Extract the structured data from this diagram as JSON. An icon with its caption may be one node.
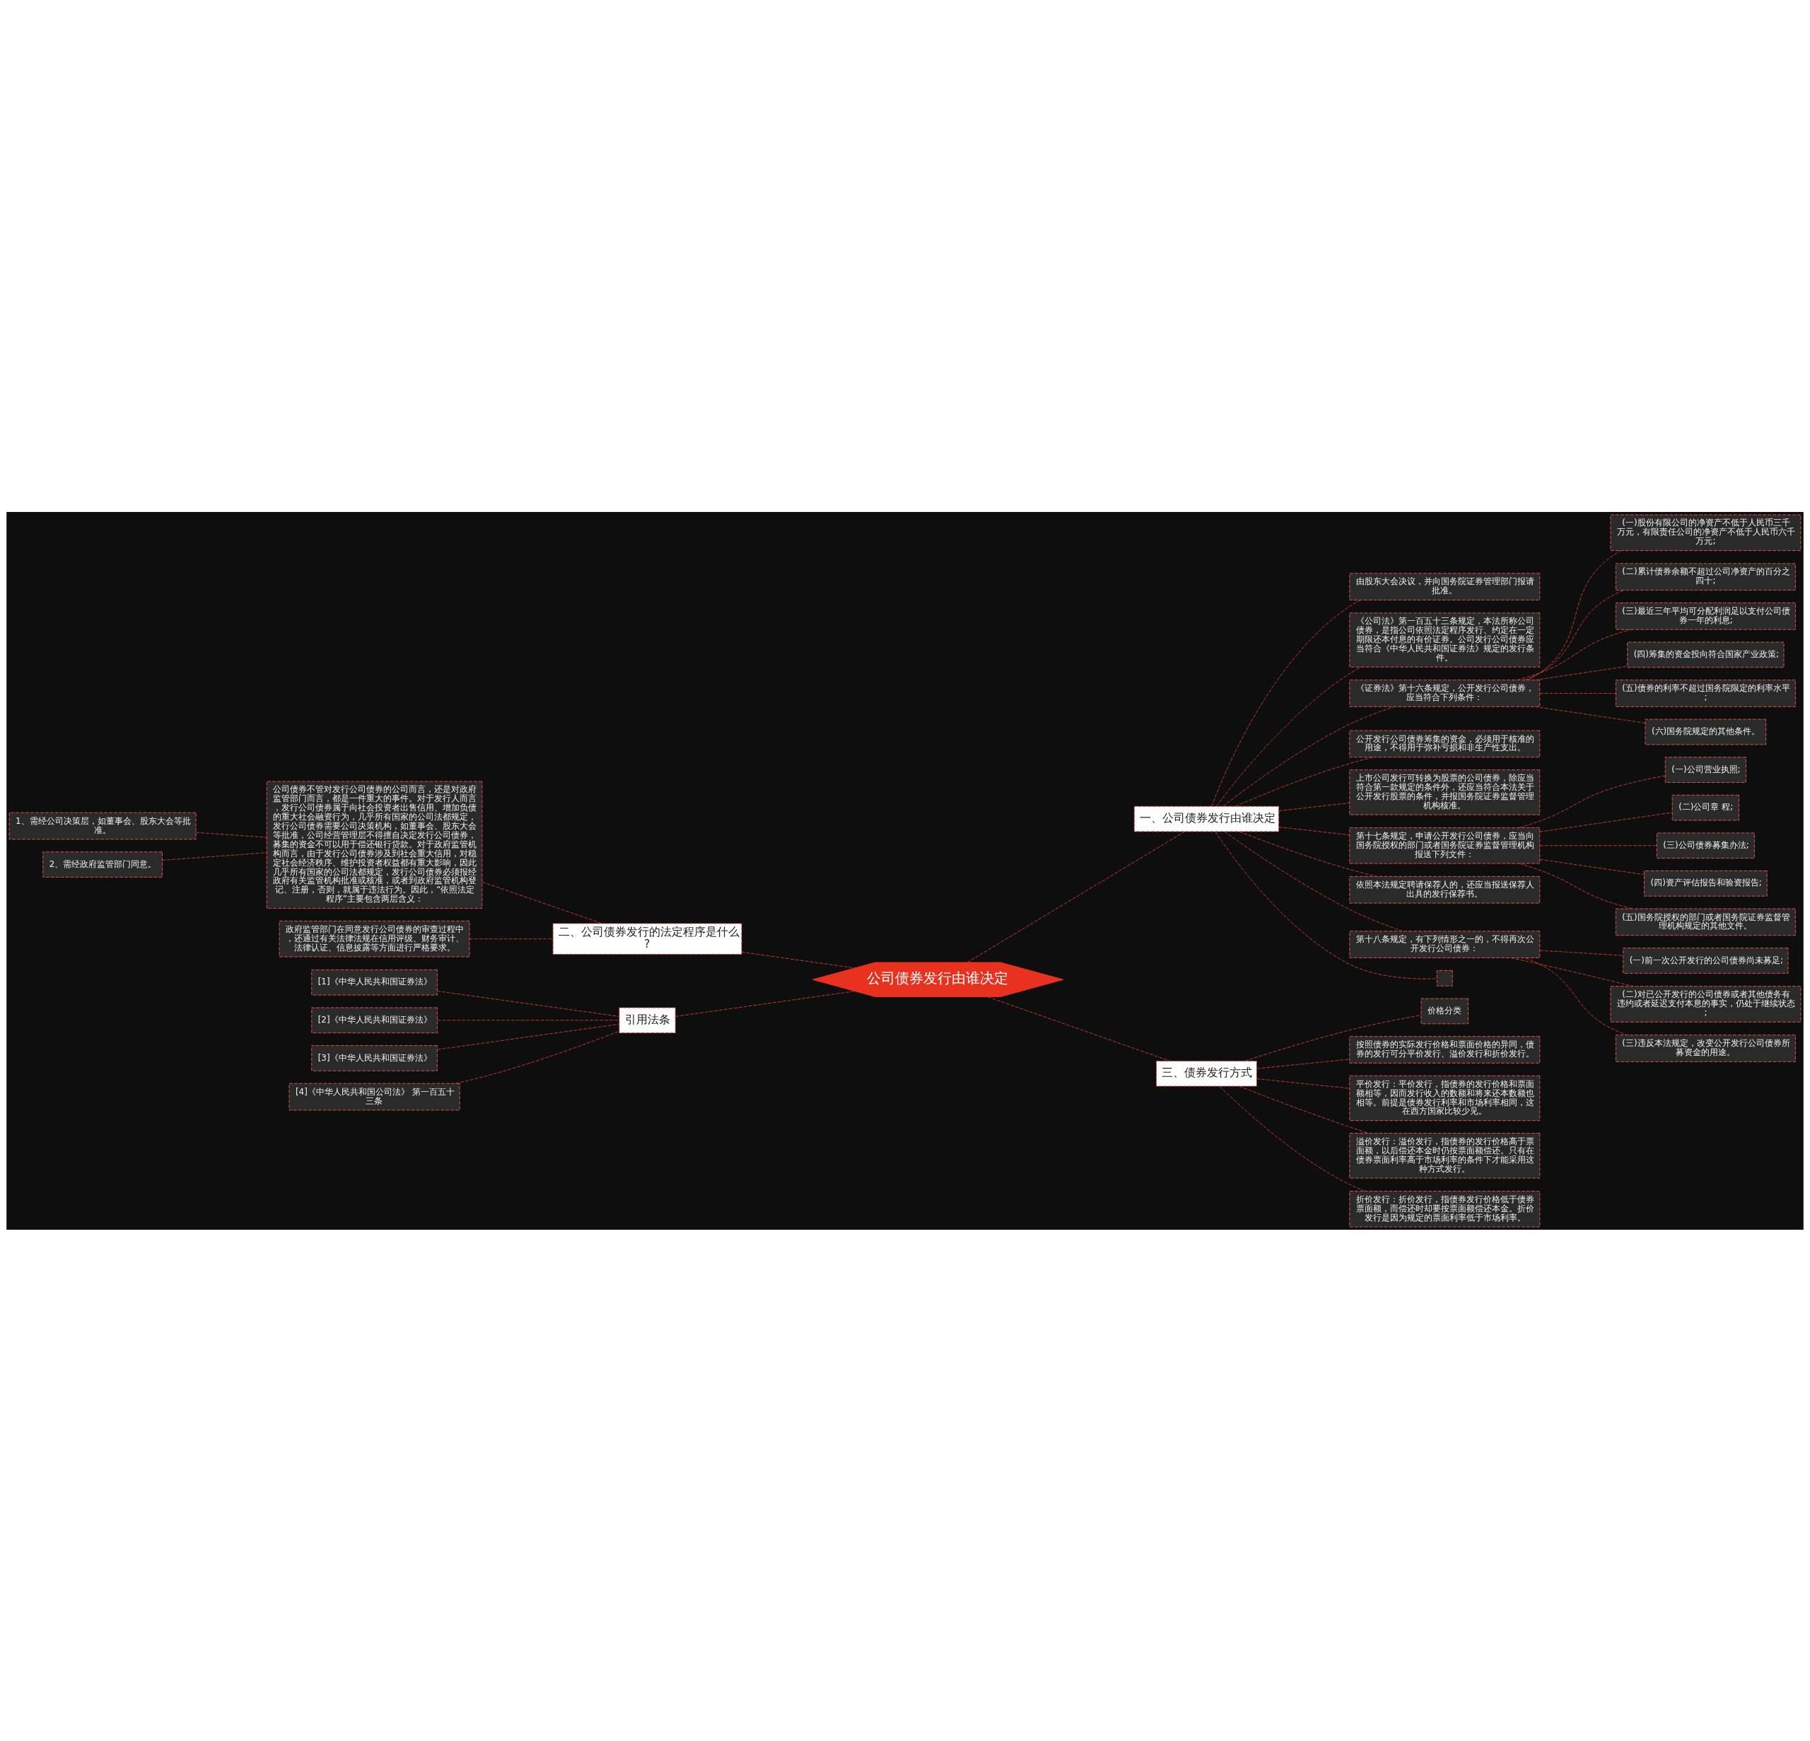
{
  "diagram": {
    "nodes": [
      {
        "text": [
          "公司债券发行由谁决定"
        ]
      },
      {
        "text": [
          "一、公司债券发行由谁决定"
        ]
      },
      {
        "text": [
          "由股东大会决议，并向国务院证券管理部门报请批准。"
        ]
      },
      {
        "text": [
          "《公司法》第一百五十三条规定，本法所称公司债券，是指公司依照法定程序发行、约定在一定期限还本付息的有价证券。公司发行公司债券应当符合《中华人民共和国证券法》规定的发行条件。"
        ]
      },
      {
        "text": [
          "《证券法》第十六条规定，公开发行公司债券，应当符合下列条件："
        ]
      },
      {
        "text": [
          "(一)股份有限公司的净资产不低于人民币三千万元，有限责任公司的净资产不低于人民币六千万元;"
        ]
      },
      {
        "text": [
          "(二)累计债券余额不超过公司净资产的百分之四十;"
        ]
      },
      {
        "text": [
          "(三)最近三年平均可分配利润足以支付公司债券一年的利息;"
        ]
      },
      {
        "text": [
          "(四)筹集的资金投向符合国家产业政策;"
        ]
      },
      {
        "text": [
          "(五)债券的利率不超过国务院限定的利率水平;"
        ]
      },
      {
        "text": [
          "(六)国务院规定的其他条件。"
        ]
      },
      {
        "text": [
          "公开发行公司债券筹集的资金，必须用于核准的用途，不得用于弥补亏损和非生产性支出。"
        ]
      },
      {
        "text": [
          "上市公司发行可转换为股票的公司债券，除应当符合第一款规定的条件外，还应当符合本法关于公开发行股票的条件，并报国务院证券监督管理机构核准。"
        ]
      },
      {
        "text": [
          "第十七条规定，申请公开发行公司债券，应当向国务院授权的部门或者国务院证券监督管理机构报送下列文件："
        ]
      },
      {
        "text": [
          "(一)公司营业执照;"
        ]
      },
      {
        "text": [
          "(二)公司章 程;"
        ]
      },
      {
        "text": [
          "(三)公司债券募集办法;"
        ]
      },
      {
        "text": [
          "(四)资产评估报告和验资报告;"
        ]
      },
      {
        "text": [
          "(五)国务院授权的部门或者国务院证券监督管理机构规定的其他文件。"
        ]
      },
      {
        "text": [
          "依照本法规定聘请保荐人的，还应当报送保荐人出具的发行保荐书。"
        ]
      },
      {
        "text": [
          "第十八条规定，有下列情形之一的，不得再次公开发行公司债券："
        ]
      },
      {
        "text": [
          "(一)前一次公开发行的公司债券尚未募足;"
        ]
      },
      {
        "text": [
          "(二)对已公开发行的公司债券或者其他债务有违约或者延迟支付本息的事实，仍处于继续状态;"
        ]
      },
      {
        "text": [
          "(三)违反本法规定，改变公开发行公司债券所募资金的用途。"
        ]
      },
      {
        "text": [],
        "shape": "box"
      },
      {
        "text": [
          "二、公司债券发行的法定程序是什么?"
        ]
      },
      {
        "text": [
          "公司债券不管对发行公司债券的公司而言，还是对政府监管部门而言，都是一件重大的事件。对于发行人而言，发行公司债券属于向社会投资者出售信用、增加负债的重大社会融资行为，几乎所有国家的公司法都规定，发行公司债券需要公司决策机构，如董事会、股东大会等批准，公司经营管理层不得擅自决定发行公司债券，募集的资金不可以用于偿还银行贷款。对于政府监管机构而言，由于发行公司债券涉及到社会重大信用，对稳定社会经济秩序、维护投资者权益都有重大影响，因此几乎所有国家的公司法都规定，发行公司债券必须报经政府有关监管机构批准或核准，或者到政府监管机构登记、注册，否则，就属于违法行为。因此，“依照法定程序”主要包含两层含义："
        ]
      },
      {
        "text": [
          "1、需经公司决策层，如董事会、股东大会等批准。"
        ]
      },
      {
        "text": [
          "2、需经政府监管部门同意。"
        ]
      },
      {
        "text": [
          "政府监管部门在同意发行公司债券的审查过程中，还通过有关法律法规在信用评级、财务审计、法律认证、信息披露等方面进行严格要求。"
        ]
      },
      {
        "text": [
          "引用法条"
        ]
      },
      {
        "text": [
          "[1]《中华人民共和国证券法》"
        ]
      },
      {
        "text": [
          "[2]《中华人民共和国证券法》"
        ]
      },
      {
        "text": [
          "[3]《中华人民共和国证券法》"
        ]
      },
      {
        "text": [
          "[4]《中华人民共和国公司法》 第一百五十三条"
        ]
      },
      {
        "text": [
          "三、债券发行方式"
        ]
      },
      {
        "text": [
          "价格分类"
        ]
      },
      {
        "text": [
          "按照债券的实际发行价格和票面价格的异同，债券的发行可分平价发行、溢价发行和折价发行。"
        ]
      },
      {
        "text": [
          "平价发行：平价发行，指债券的发行价格和票面额相等，因而发行收入的数额和将来还本数额也相等。前提是债券发行利率和市场利率相同，这在西方国家比较少见。"
        ]
      },
      {
        "text": [
          "溢价发行：溢价发行，指债券的发行价格高于票面额，以后偿还本金时仍按票面额偿还。只有在债券票面利率高于市场利率的条件下才能采用这种方式发行。"
        ]
      },
      {
        "text": [
          "折价发行：折价发行，指债券发行价格低于债券票面额，而偿还时却要按票面额偿还本金。折价发行是因为规定的票面利率低于市场利率。"
        ]
      }
    ],
    "edges": [
      {
        "from": 0,
        "to": 1,
        "arrow": "none"
      },
      {
        "from": 1,
        "to": 2,
        "arrow": "none"
      },
      {
        "from": 1,
        "to": 3,
        "arrow": "none"
      },
      {
        "from": 1,
        "to": 4,
        "arrow": "none"
      },
      {
        "from": 4,
        "to": 5,
        "arrow": "none"
      },
      {
        "from": 4,
        "to": 6,
        "arrow": "none"
      },
      {
        "from": 4,
        "to": 7,
        "arrow": "none"
      },
      {
        "from": 4,
        "to": 8,
        "arrow": "none"
      },
      {
        "from": 4,
        "to": 9,
        "arrow": "none"
      },
      {
        "from": 4,
        "to": 10,
        "arrow": "none"
      },
      {
        "from": 1,
        "to": 11,
        "arrow": "none"
      },
      {
        "from": 1,
        "to": 12,
        "arrow": "none"
      },
      {
        "from": 1,
        "to": 13,
        "arrow": "none"
      },
      {
        "from": 13,
        "to": 14,
        "arrow": "none"
      },
      {
        "from": 13,
        "to": 15,
        "arrow": "none"
      },
      {
        "from": 13,
        "to": 16,
        "arrow": "none"
      },
      {
        "from": 13,
        "to": 17,
        "arrow": "none"
      },
      {
        "from": 13,
        "to": 18,
        "arrow": "none"
      },
      {
        "from": 1,
        "to": 19,
        "arrow": "none"
      },
      {
        "from": 1,
        "to": 20,
        "arrow": "none"
      },
      {
        "from": 20,
        "to": 21,
        "arrow": "none"
      },
      {
        "from": 20,
        "to": 22,
        "arrow": "none"
      },
      {
        "from": 20,
        "to": 23,
        "arrow": "none"
      },
      {
        "from": 1,
        "to": 24,
        "arrow": "none"
      },
      {
        "from": 0,
        "to": 25,
        "arrow": "none"
      },
      {
        "from": 25,
        "to": 26,
        "arrow": "none"
      },
      {
        "from": 26,
        "to": 27,
        "arrow": "none"
      },
      {
        "from": 26,
        "to": 28,
        "arrow": "none"
      },
      {
        "from": 25,
        "to": 29,
        "arrow": "none"
      },
      {
        "from": 0,
        "to": 30,
        "arrow": "none"
      },
      {
        "from": 30,
        "to": 31,
        "arrow": "none"
      },
      {
        "from": 30,
        "to": 32,
        "arrow": "none"
      },
      {
        "from": 30,
        "to": 33,
        "arrow": "none"
      },
      {
        "from": 30,
        "to": 34,
        "arrow": "none"
      },
      {
        "from": 0,
        "to": 35,
        "arrow": "none"
      },
      {
        "from": 35,
        "to": 36,
        "arrow": "none"
      },
      {
        "from": 35,
        "to": 37,
        "arrow": "none"
      },
      {
        "from": 35,
        "to": 38,
        "arrow": "none"
      },
      {
        "from": 35,
        "to": 39,
        "arrow": "none"
      },
      {
        "from": 35,
        "to": 40,
        "arrow": "none"
      }
    ]
  }
}
